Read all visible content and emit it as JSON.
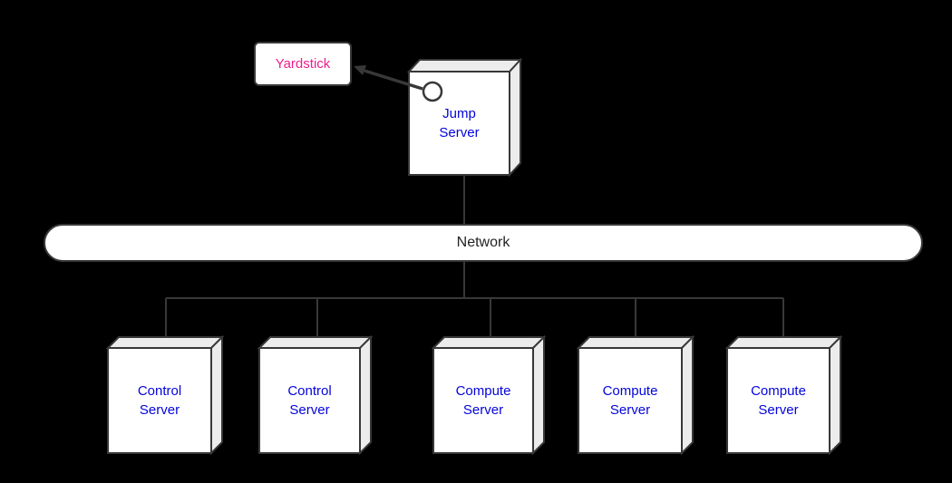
{
  "colors": {
    "background": "#000000",
    "line": "#383838",
    "node_face": "#ffffff",
    "node_side": "#ececec",
    "server_label_blue": "#0404dd",
    "yardstick_label_pink": "#ee1e8c",
    "network_label": "#232323"
  },
  "yardstick": {
    "label": "Yardstick"
  },
  "jump_server": {
    "label": "Jump\nServer"
  },
  "network": {
    "label": "Network"
  },
  "servers": [
    {
      "label": "Control\nServer"
    },
    {
      "label": "Control\nServer"
    },
    {
      "label": "Compute\nServer"
    },
    {
      "label": "Compute\nServer"
    },
    {
      "label": "Compute\nServer"
    }
  ]
}
